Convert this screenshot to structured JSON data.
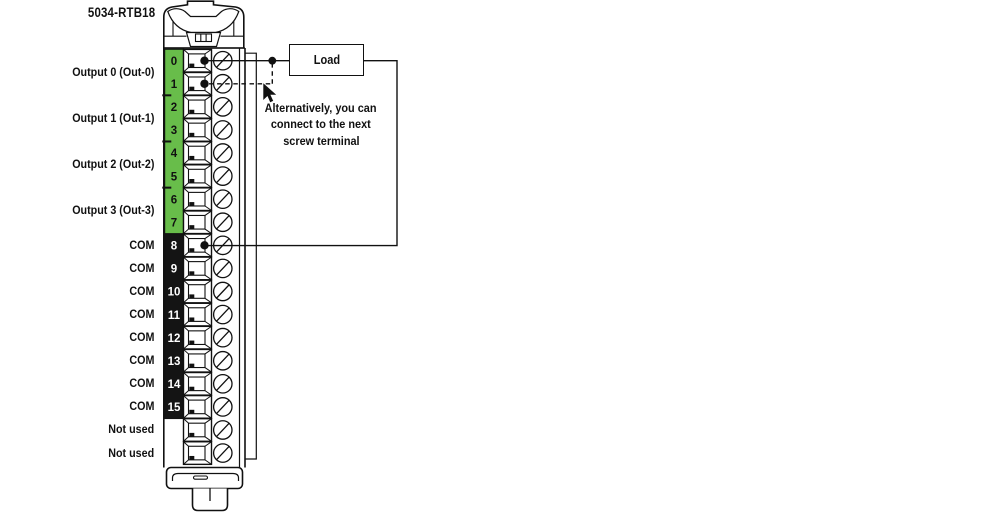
{
  "figure": {
    "title": "5034-RTB18",
    "description": "Removable terminal block wiring diagram with load connection",
    "colors": {
      "green_strip": "#68BD4A",
      "black_strip": "#141414",
      "ink": "#111111",
      "background": "#FFFFFF"
    }
  },
  "terminals": [
    {
      "number": "0",
      "strip": "green",
      "wired": true
    },
    {
      "number": "1",
      "strip": "green",
      "wired": true
    },
    {
      "number": "2",
      "strip": "green",
      "wired": false
    },
    {
      "number": "3",
      "strip": "green",
      "wired": false
    },
    {
      "number": "4",
      "strip": "green",
      "wired": false
    },
    {
      "number": "5",
      "strip": "green",
      "wired": false
    },
    {
      "number": "6",
      "strip": "green",
      "wired": false
    },
    {
      "number": "7",
      "strip": "green",
      "wired": false
    },
    {
      "number": "8",
      "strip": "black",
      "wired": true
    },
    {
      "number": "9",
      "strip": "black",
      "wired": false
    },
    {
      "number": "10",
      "strip": "black",
      "wired": false
    },
    {
      "number": "11",
      "strip": "black",
      "wired": false
    },
    {
      "number": "12",
      "strip": "black",
      "wired": false
    },
    {
      "number": "13",
      "strip": "black",
      "wired": false
    },
    {
      "number": "14",
      "strip": "black",
      "wired": false
    },
    {
      "number": "15",
      "strip": "black",
      "wired": false
    },
    {
      "number": "",
      "strip": "none",
      "wired": false
    },
    {
      "number": "",
      "strip": "none",
      "wired": false
    }
  ],
  "terminal_labels": [
    {
      "text": "Output 0 (Out-0)",
      "span": [
        0,
        1
      ]
    },
    {
      "text": "Output 1 (Out-1)",
      "span": [
        2,
        3
      ]
    },
    {
      "text": "Output 2 (Out-2)",
      "span": [
        4,
        5
      ]
    },
    {
      "text": "Output 3 (Out-3)",
      "span": [
        6,
        7
      ]
    },
    {
      "text": "COM",
      "span": [
        8,
        8
      ]
    },
    {
      "text": "COM",
      "span": [
        9,
        9
      ]
    },
    {
      "text": "COM",
      "span": [
        10,
        10
      ]
    },
    {
      "text": "COM",
      "span": [
        11,
        11
      ]
    },
    {
      "text": "COM",
      "span": [
        12,
        12
      ]
    },
    {
      "text": "COM",
      "span": [
        13,
        13
      ]
    },
    {
      "text": "COM",
      "span": [
        14,
        14
      ]
    },
    {
      "text": "COM",
      "span": [
        15,
        15
      ]
    },
    {
      "text": "Not used",
      "span": [
        16,
        16
      ]
    },
    {
      "text": "Not used",
      "span": [
        17,
        17
      ]
    }
  ],
  "load_box": {
    "label": "Load"
  },
  "annotation": {
    "lines": [
      "Alternatively, you can",
      "connect to the next",
      "screw terminal"
    ]
  },
  "icons": {
    "screw-icon": "circle with diagonal slash (screw head)",
    "clamp-icon": "beveled terminal clamp cage",
    "wire-dot": "filled circle wire attachment",
    "junction-dot": "filled circle wire junction",
    "cursor-pointer-icon": "mouse arrow pointer"
  }
}
